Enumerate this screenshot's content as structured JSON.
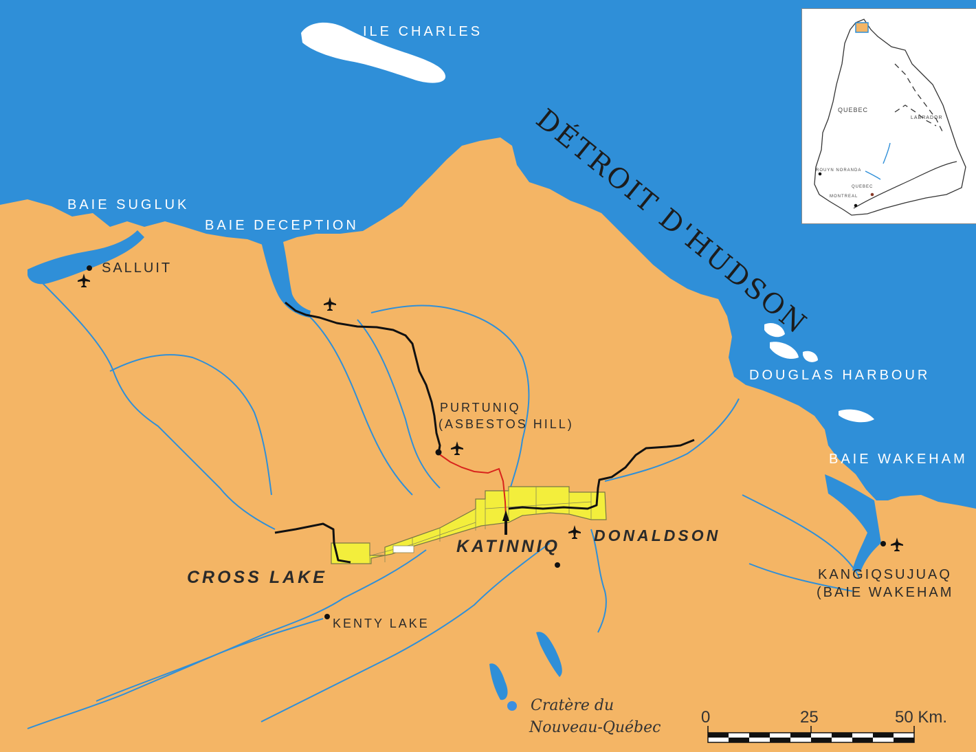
{
  "map": {
    "colors": {
      "water": "#2f8fd8",
      "land": "#f4b565",
      "river": "#2f8fd8",
      "road": "#111111",
      "red_route": "#d8241c",
      "claim_fill": "#f3ee3c",
      "claim_edge": "#777744"
    },
    "labels": {
      "ile_charles": "ILE CHARLES",
      "detroit_hudson": "DÉTROIT D'HUDSON",
      "baie_sugluk": "BAIE SUGLUK",
      "baie_deception": "BAIE DECEPTION",
      "salluit": "SALLUIT",
      "purtuniq_1": "PURTUNIQ",
      "purtuniq_2": "(ASBESTOS HILL)",
      "douglas_harbour": "DOUGLAS HARBOUR",
      "baie_wakeham": "BAIE WAKEHAM",
      "katinniq": "KATINNIQ",
      "donaldson": "DONALDSON",
      "cross_lake": "CROSS LAKE",
      "kangiqsujuaq_1": "KANGIQSUJUAQ",
      "kangiqsujuaq_2": "(BAIE WAKEHAM",
      "kenty_lake": "KENTY LAKE"
    },
    "legend": {
      "crater_line1": "Cratère du",
      "crater_line2": "Nouveau-Québec"
    },
    "scale": {
      "ticks": [
        "0",
        "25",
        "50 Km."
      ]
    },
    "inset": {
      "quebec": "QUEBEC",
      "labrador": "LABRADOR",
      "rouyn_noranda": "ROUYN NORANDA",
      "quebec_city": "QUEBEC",
      "montreal": "MONTREAL"
    },
    "icons": {
      "airport": "airplane-icon",
      "town": "town-dot-icon",
      "mine": "mine-arrow-icon",
      "crater": "crater-dot-icon"
    }
  }
}
